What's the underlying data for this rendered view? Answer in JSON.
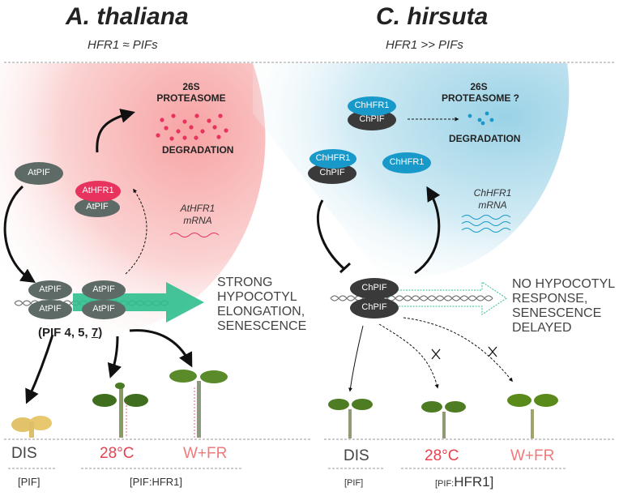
{
  "left": {
    "title": "A. thaliana",
    "subtitle": "HFR1 ≈ PIFs",
    "proteasome": "26S\nPROTEASOME",
    "degradation": "DEGRADATION",
    "pif_label": "AtPIF",
    "hfr1_label": "AtHFR1",
    "mrna_line1": "AtHFR1",
    "mrna_line2": "mRNA",
    "phenotype": [
      "STRONG",
      "HYPOCOTYL",
      "ELONGATION,",
      "SENESCENCE"
    ],
    "pif_list": "(PIF 4, 5, ",
    "pif_list_last": "7",
    "pif_list_close": ")",
    "conditions": [
      "DIS",
      "28°C",
      "W+FR"
    ],
    "bracket_left": "[PIF]",
    "bracket_right": "[PIF:HFR1]"
  },
  "right": {
    "title": "C. hirsuta",
    "subtitle": "HFR1 >> PIFs",
    "proteasome": "26S\nPROTEASOME ?",
    "degradation": "DEGRADATION",
    "pif_label": "ChPIF",
    "hfr1_label": "ChHFR1",
    "mrna_line1": "ChHFR1",
    "mrna_line2": "mRNA",
    "phenotype": [
      "NO HYPOCOTYL",
      "RESPONSE,",
      "SENESCENCE",
      "DELAYED"
    ],
    "conditions": [
      "DIS",
      "28°C",
      "W+FR"
    ],
    "bracket_left": "[PIF]",
    "bracket_right_prefix": "[PIF:",
    "bracket_right_main": "HFR1]"
  },
  "colors": {
    "at_pink": "#f7a7a7",
    "ch_blue": "#9fd4e6",
    "pif_gray": "#5e6a66",
    "chpif_dark": "#3a3a3a",
    "athfr1": "#e8335e",
    "chhfr1": "#1899c9",
    "arrow_green": "#2fbf8e",
    "degradation_pink": "#e8335e",
    "degradation_blue": "#1899c9",
    "condition_red": "#e8414f"
  }
}
